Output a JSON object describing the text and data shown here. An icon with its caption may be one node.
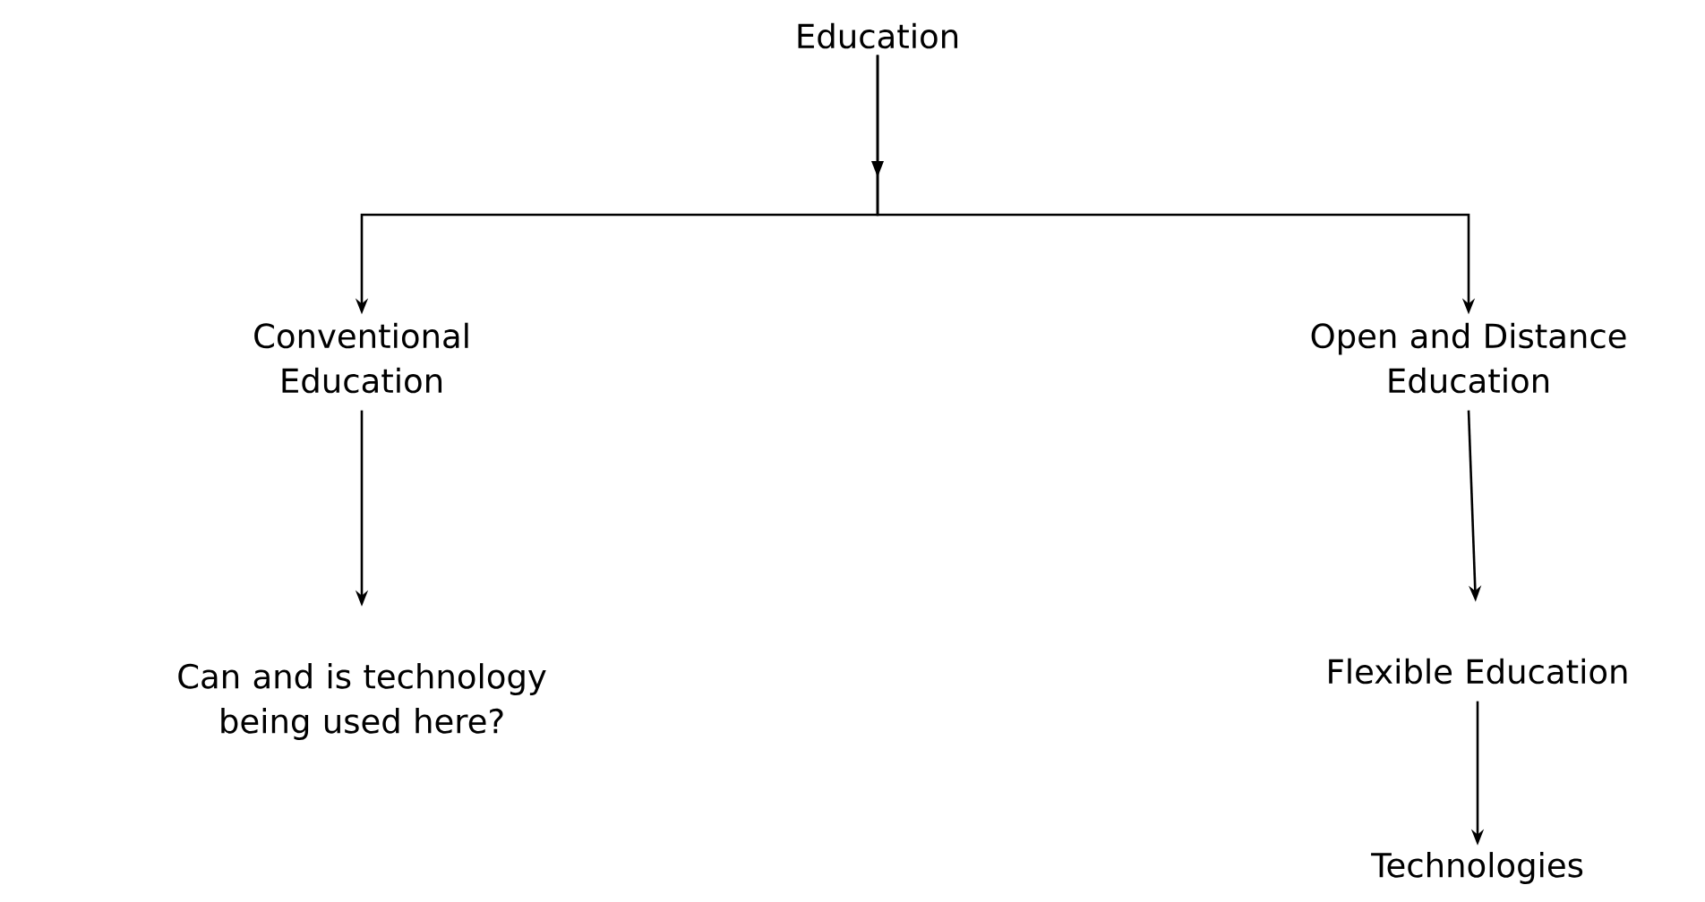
{
  "diagram": {
    "nodes": [
      {
        "text": [
          "Education"
        ]
      },
      {
        "text": [
          "Conventional Education"
        ]
      },
      {
        "text": [
          "Open and Distance Education"
        ]
      },
      {
        "text": [
          "Can and is technology being used here?"
        ]
      },
      {
        "text": [
          "Flexible Education"
        ]
      },
      {
        "text": [
          "Technologies"
        ]
      }
    ],
    "edges": [
      {
        "from": 0,
        "to": 1,
        "arrow": "to"
      },
      {
        "from": 0,
        "to": 2,
        "arrow": "to"
      },
      {
        "from": 1,
        "to": 3,
        "arrow": "to"
      },
      {
        "from": 2,
        "to": 4,
        "arrow": "to"
      },
      {
        "from": 4,
        "to": 5,
        "arrow": "to"
      }
    ]
  }
}
